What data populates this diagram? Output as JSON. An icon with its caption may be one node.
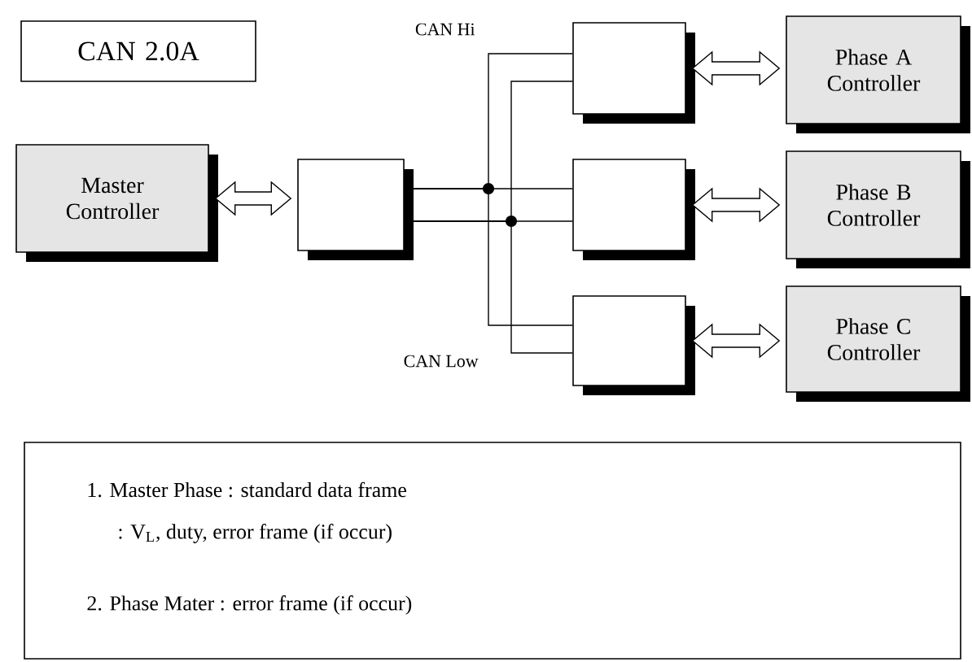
{
  "diagram": {
    "nodes": [
      {
        "text": [
          "CAN 2.0A"
        ]
      },
      {
        "text": [
          "Master Controller"
        ]
      },
      {
        "text": [],
        "shape": "box"
      },
      {
        "text": [],
        "shape": "box"
      },
      {
        "text": [],
        "shape": "box"
      },
      {
        "text": [],
        "shape": "box"
      },
      {
        "text": [
          "Phase A Controller"
        ]
      },
      {
        "text": [
          "Phase B Controller"
        ]
      },
      {
        "text": [
          "Phase C Controller"
        ]
      },
      {
        "text": [
          "1. Master Phase : standard data frame",
          ": V$_{L}$, duty, error frame (if occur)",
          "2. Phase Mater : error frame (if occur)"
        ]
      }
    ],
    "edges": [
      {
        "from": 1,
        "to": 2,
        "arrow": "both",
        "style": "thick"
      },
      {
        "from": 2,
        "to": 3,
        "arrow": "none"
      },
      {
        "from": 2,
        "to": 4,
        "arrow": "none"
      },
      {
        "from": 2,
        "to": 5,
        "arrow": "none"
      },
      {
        "from": 2,
        "to": 3,
        "arrow": "none"
      },
      {
        "from": 2,
        "to": 4,
        "arrow": "none"
      },
      {
        "from": 2,
        "to": 5,
        "arrow": "none"
      },
      {
        "from": 3,
        "to": 6,
        "arrow": "both",
        "style": "thick"
      },
      {
        "from": 4,
        "to": 7,
        "arrow": "both",
        "style": "thick"
      },
      {
        "from": 5,
        "to": 8,
        "arrow": "both",
        "style": "thick"
      }
    ],
    "labels": [
      "CAN Hi",
      "CAN Low"
    ]
  }
}
